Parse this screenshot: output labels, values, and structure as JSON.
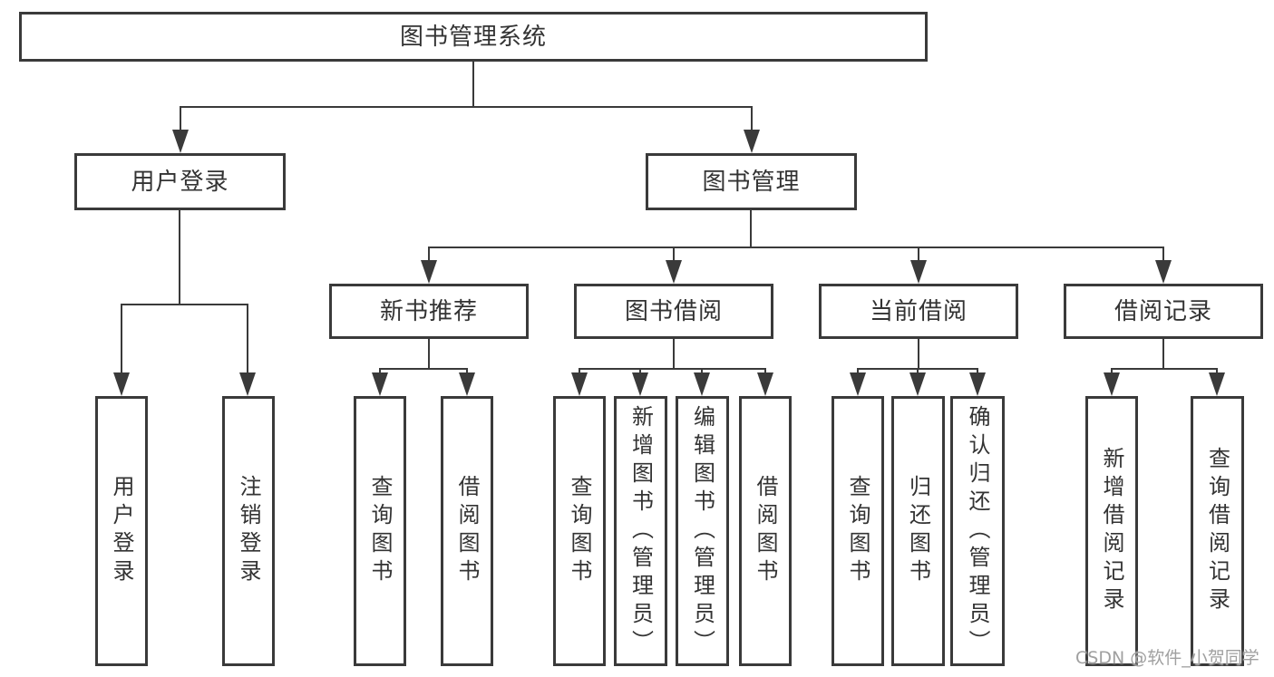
{
  "title": "图书管理系统",
  "diagram_type": "function-structure-tree",
  "tree": {
    "label": "图书管理系统",
    "children": [
      {
        "label": "用户登录",
        "children": [
          {
            "label": "用户登录"
          },
          {
            "label": "注销登录"
          }
        ]
      },
      {
        "label": "图书管理",
        "children": [
          {
            "label": "新书推荐",
            "children": [
              {
                "label": "查询图书"
              },
              {
                "label": "借阅图书"
              }
            ]
          },
          {
            "label": "图书借阅",
            "children": [
              {
                "label": "查询图书"
              },
              {
                "label": "新增图书（管理员）"
              },
              {
                "label": "编辑图书（管理员）"
              },
              {
                "label": "借阅图书"
              }
            ]
          },
          {
            "label": "当前借阅",
            "children": [
              {
                "label": "查询图书"
              },
              {
                "label": "归还图书"
              },
              {
                "label": "确认归还（管理员）"
              }
            ]
          },
          {
            "label": "借阅记录",
            "children": [
              {
                "label": "新增借阅记录"
              },
              {
                "label": "查询借阅记录"
              }
            ]
          }
        ]
      }
    ]
  },
  "watermark": {
    "text": "CSDN @软件_小贺同学"
  },
  "colors": {
    "line": "#3a3a3a",
    "text": "#333333",
    "box_fill": "#ffffff",
    "watermark": "#a0a0a0",
    "background": "#ffffff"
  }
}
